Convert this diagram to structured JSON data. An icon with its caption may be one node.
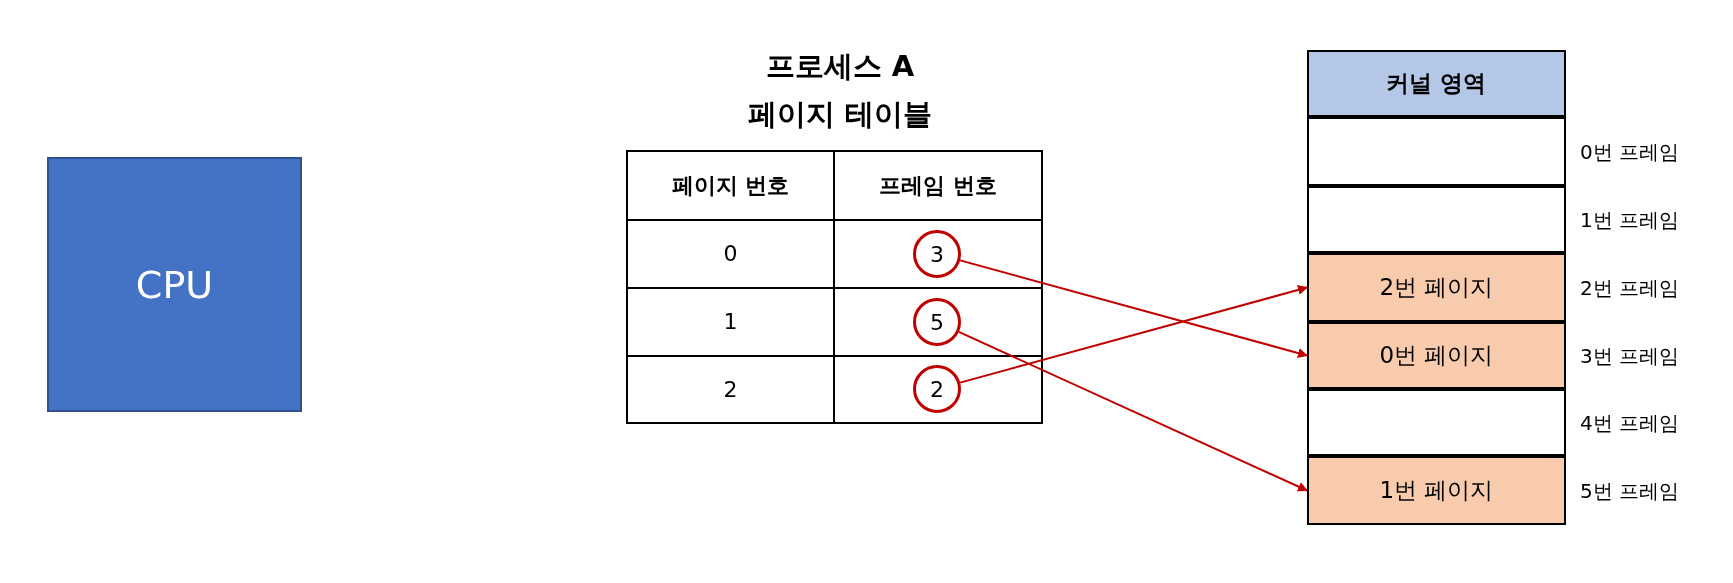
{
  "diagram": {
    "title": "프로세스 A 페이지 테이블",
    "nodes": [
      {
        "text": [
          "CPU"
        ]
      },
      {
        "text": [
          "3"
        ]
      },
      {
        "text": [
          "5"
        ]
      },
      {
        "text": [
          "2"
        ]
      },
      {
        "text": [
          "커널 영역"
        ]
      },
      {
        "text": [],
        "shape": "box",
        "beside": [
          "0번 프레임"
        ]
      },
      {
        "text": [],
        "shape": "box",
        "beside": [
          "1번 프레임"
        ]
      },
      {
        "text": [
          "2번 페이지"
        ],
        "beside": [
          "2번 프레임"
        ]
      },
      {
        "text": [
          "0번 페이지"
        ],
        "beside": [
          "3번 프레임"
        ]
      },
      {
        "text": [],
        "shape": "box",
        "beside": [
          "4번 프레임"
        ]
      },
      {
        "text": [
          "1번 페이지"
        ],
        "beside": [
          "5번 프레임"
        ]
      }
    ],
    "edges": [
      {
        "from": 1,
        "to": 8,
        "arrow": "to"
      },
      {
        "from": 2,
        "to": 10,
        "arrow": "to"
      },
      {
        "from": 3,
        "to": 7,
        "arrow": "to"
      }
    ],
    "labels": [
      "페이지 번호",
      "프레임 번호",
      "0",
      "1",
      "2"
    ]
  }
}
